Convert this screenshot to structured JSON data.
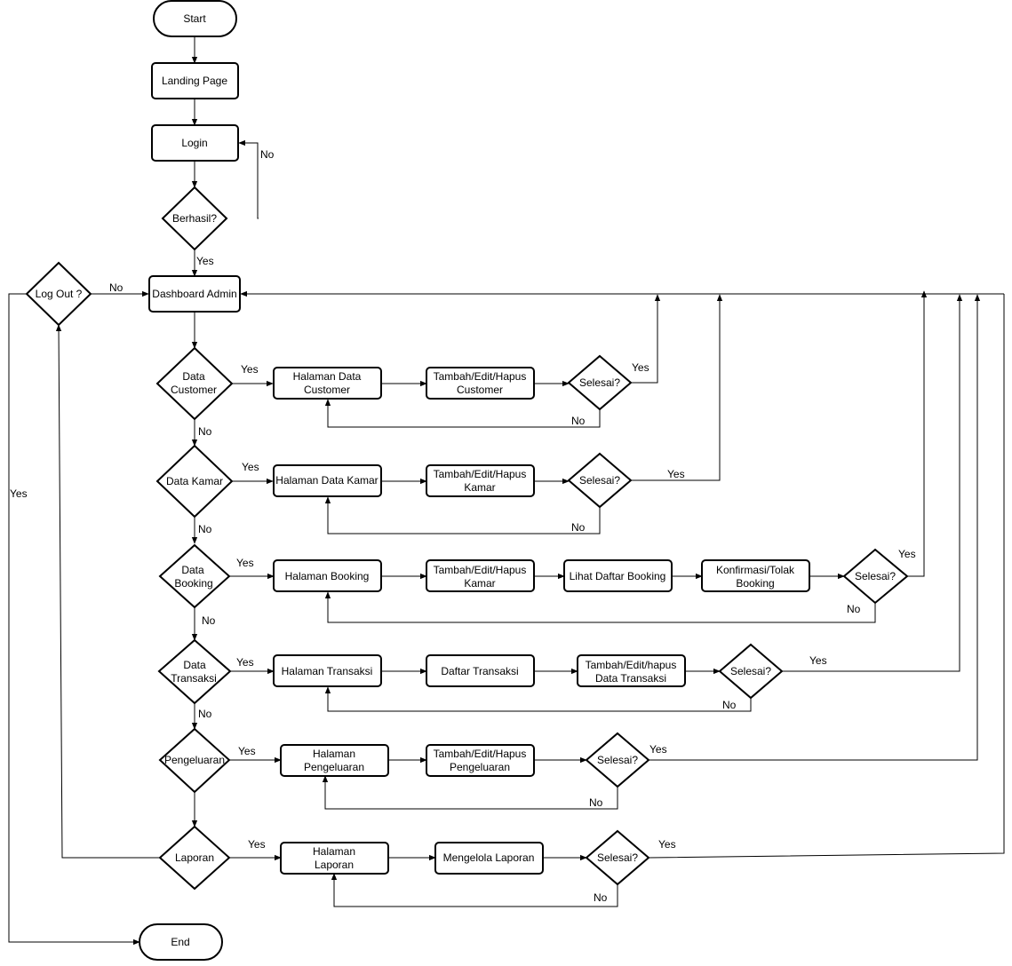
{
  "nodes": {
    "start": "Start",
    "landing": "Landing Page",
    "login": "Login",
    "berhasil": "Berhasil?",
    "logout": "Log Out ?",
    "dashboard": "Dashboard Admin",
    "d_customer": [
      "Data",
      "Customer"
    ],
    "halaman_customer": [
      "Halaman Data",
      "Customer"
    ],
    "crud_customer": [
      "Tambah/Edit/Hapus",
      "Customer"
    ],
    "selesai_customer": "Selesai?",
    "d_kamar": "Data Kamar",
    "halaman_kamar": "Halaman Data Kamar",
    "crud_kamar": [
      "Tambah/Edit/Hapus",
      "Kamar"
    ],
    "selesai_kamar": "Selesai?",
    "d_booking": [
      "Data",
      "Booking"
    ],
    "halaman_booking": "Halaman Booking",
    "crud_booking": [
      "Tambah/Edit/Hapus",
      "Kamar"
    ],
    "lihat_booking": "Lihat Daftar Booking",
    "konfirmasi_booking": [
      "Konfirmasi/Tolak",
      "Booking"
    ],
    "selesai_booking": "Selesai?",
    "d_transaksi": [
      "Data",
      "Transaksi"
    ],
    "halaman_transaksi": "Halaman Transaksi",
    "daftar_transaksi": "Daftar Transaksi",
    "crud_transaksi": [
      "Tambah/Edit/hapus",
      "Data Transaksi"
    ],
    "selesai_transaksi": "Selesai?",
    "pengeluaran": "Pengeluaran",
    "halaman_pengeluaran": [
      "Halaman",
      "Pengeluaran"
    ],
    "crud_pengeluaran": [
      "Tambah/Edit/Hapus",
      "Pengeluaran"
    ],
    "selesai_pengeluaran": "Selesai?",
    "laporan": "Laporan",
    "halaman_laporan": [
      "Halaman",
      "Laporan"
    ],
    "mengelola_laporan": "Mengelola Laporan",
    "selesai_laporan": "Selesai?",
    "end": "End"
  },
  "edge_labels": {
    "login_no": "No",
    "berhasil_yes": "Yes",
    "logout_no": "No",
    "logout_yes": "Yes",
    "customer_yes": "Yes",
    "customer_no": "No",
    "sel_customer_yes": "Yes",
    "sel_customer_no": "No",
    "kamar_yes": "Yes",
    "kamar_no": "No",
    "sel_kamar_yes": "Yes",
    "sel_kamar_no": "No",
    "booking_yes": "Yes",
    "booking_no": "No",
    "sel_booking_yes": "Yes",
    "sel_booking_no": "No",
    "transaksi_yes": "Yes",
    "transaksi_no": "No",
    "sel_transaksi_yes": "Yes",
    "sel_transaksi_no": "No",
    "pengeluaran_yes": "Yes",
    "sel_pengeluaran_yes": "Yes",
    "sel_pengeluaran_no": "No",
    "laporan_yes": "Yes",
    "sel_laporan_yes": "Yes",
    "sel_laporan_no": "No"
  }
}
